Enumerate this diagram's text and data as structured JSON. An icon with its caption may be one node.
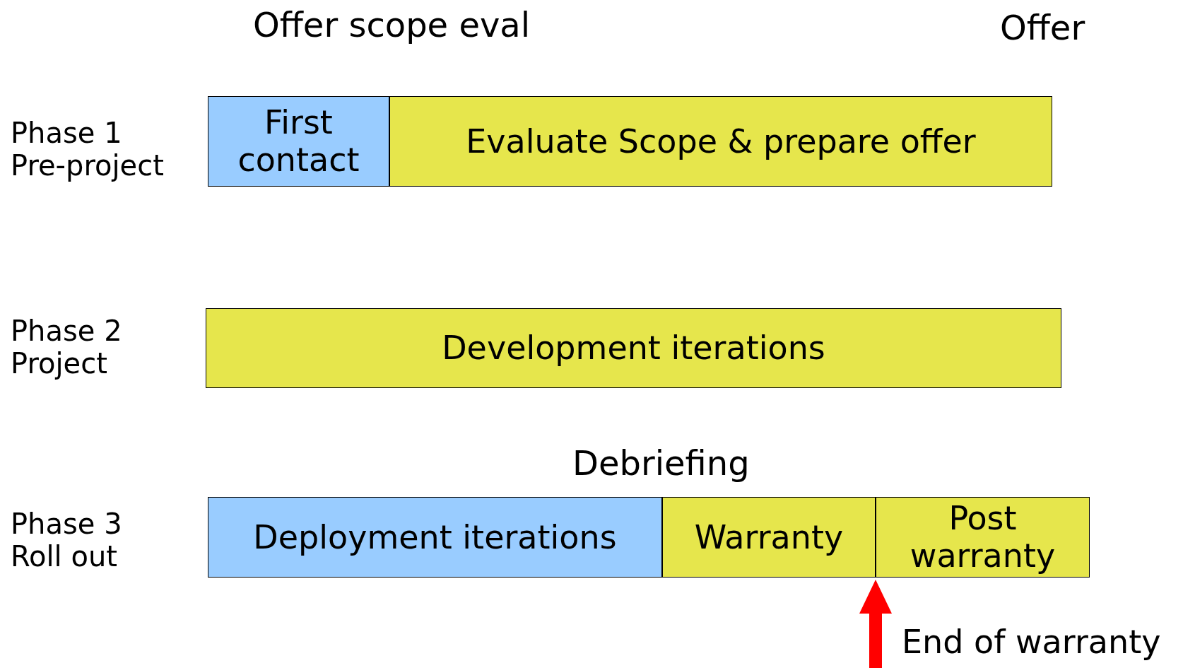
{
  "diagram": {
    "nodes": [
      {
        "text": [
          "First contact"
        ]
      },
      {
        "text": [
          "Evaluate Scope & prepare offer"
        ]
      },
      {
        "text": [
          "Development iterations"
        ]
      },
      {
        "text": [
          "Deployment iterations"
        ]
      },
      {
        "text": [
          "Warranty"
        ]
      },
      {
        "text": [
          "Post warranty"
        ]
      }
    ],
    "labels": [
      "Offer scope eval",
      "Offer",
      "Phase 1 Pre-project",
      "Phase 2 Project",
      "Debriefing",
      "Phase 3 Roll out",
      "End of warranty"
    ]
  }
}
